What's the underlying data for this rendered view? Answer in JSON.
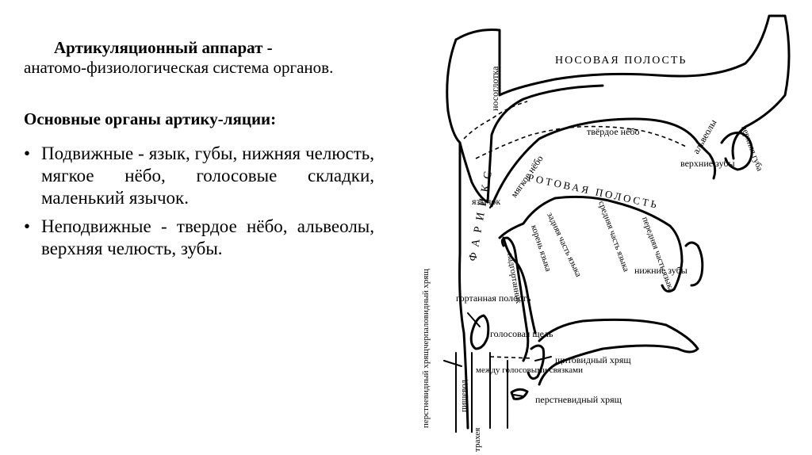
{
  "intro": {
    "title": "Артикуляционный аппарат -",
    "body": "анатомо-физиологическая система органов."
  },
  "organs": {
    "heading": "Основные органы артику-ляции:",
    "items": [
      "Подвижные - язык, губы, нижняя челюсть, мягкое нёбо, голосовые складки, маленький язычок.",
      "Неподвижные - твердое нёбо, альвеолы, верхняя челюсть, зубы."
    ]
  },
  "diagram": {
    "nasal_cavity": "НОСОВАЯ ПОЛОСТЬ",
    "nasopharynx": "носоглотка",
    "pharynx": "ФАРИНКС",
    "hard_palate": "твёрдое нёбо",
    "soft_palate": "мягкое нёбо",
    "alveoli": "альвеолы",
    "upper_lip": "верхняя губа",
    "upper_teeth": "верхние зубы",
    "oral_cavity": "РОТОВАЯ ПОЛОСТЬ",
    "uvula": "язычок",
    "tongue_back": "задняя часть языка",
    "tongue_middle": "средняя часть языка",
    "tongue_front": "передняя часть языка",
    "tongue_root": "корень языка",
    "lower_teeth": "нижние зубы",
    "epiglottis": "надгортанник",
    "laryngeal_cavity": "гортанная полость",
    "glottis": "голосовая щель",
    "between_vocal_cords": "между голосовыми связками",
    "thyroid_cartilage": "щитовидный хрящ",
    "cricoid_cartilage_right": "перстневидный хрящ",
    "arytenoid_cartilage": "черпаловидный хрящ",
    "cricoid_cartilage_left": "перстневидный хрящ",
    "esophagus": "пищевод",
    "trachea": "трахея"
  }
}
